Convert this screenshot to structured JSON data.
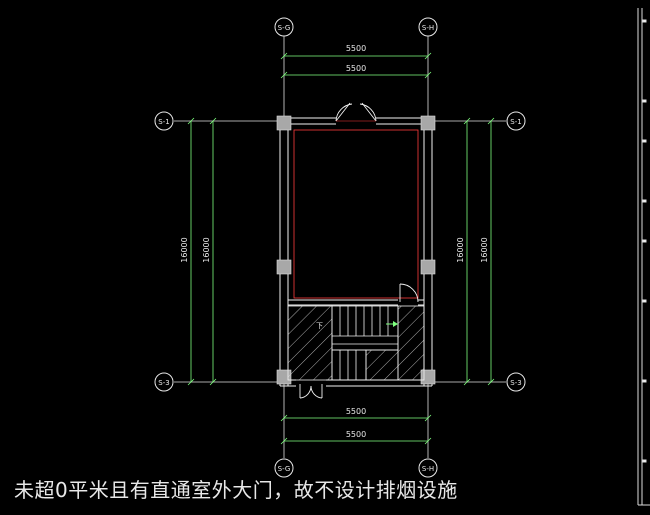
{
  "grid": {
    "top_left": "S-G",
    "top_right": "S-H",
    "bottom_left": "S-G",
    "bottom_right": "S-H",
    "left_top": "S-1",
    "left_bottom": "S-3",
    "right_top": "S-1",
    "right_bottom": "S-3"
  },
  "dimensions": {
    "top_outer": "5500",
    "top_inner": "5500",
    "bottom_outer": "5500",
    "bottom_inner": "5500",
    "left_outer": "16000",
    "left_inner": "16000",
    "right_outer": "16000",
    "right_inner": "16000"
  },
  "stair_label": "下",
  "note": "未超0平米且有直通室外大门，故不设计排烟设施",
  "colors": {
    "background": "#000000",
    "wall": "#f2f2f2",
    "dimension": "#7fff7f",
    "room_outline": "#ff3b3b",
    "column": "#a8a8a8",
    "text": "#e8e8e8"
  }
}
